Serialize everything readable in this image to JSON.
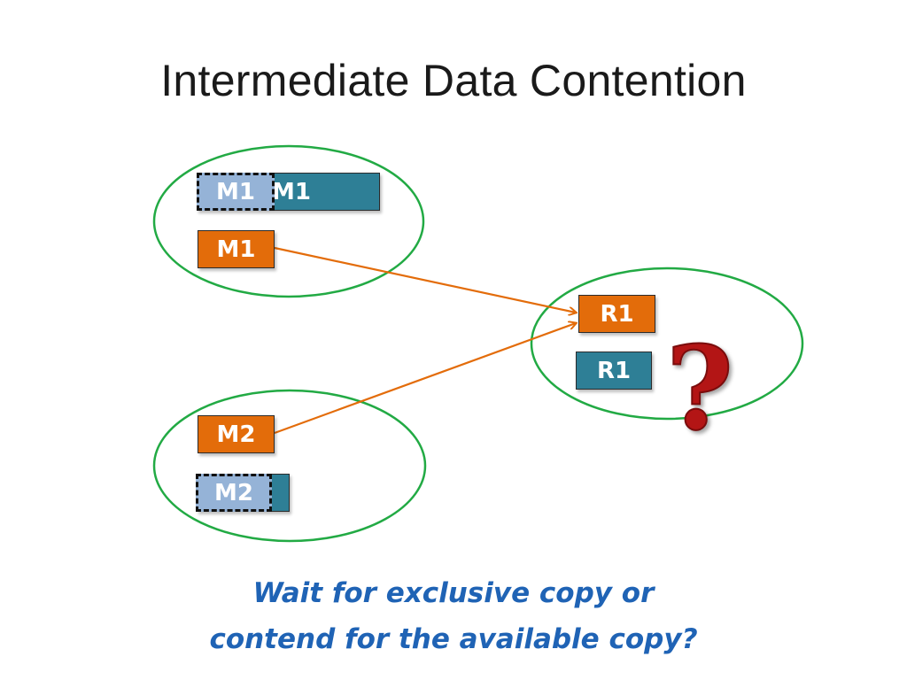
{
  "title": "Intermediate Data Contention",
  "top_group": {
    "bar_label": "M1",
    "replica_label": "M1",
    "task_label": "M1"
  },
  "right_group": {
    "task_label": "R1",
    "replica_label": "R1"
  },
  "bottom_group": {
    "task_label": "M2",
    "replica_label": "M2"
  },
  "question_mark": "?",
  "footer": {
    "line1": "Wait for exclusive copy or",
    "line2": "contend for the available copy?"
  },
  "colors": {
    "teal": "#2e7f96",
    "orange": "#e36c0a",
    "light_blue": "#95b3d7",
    "ellipse_green": "#22aa44",
    "arrow": "#e36c0a",
    "question": "#b31515",
    "footer_text": "#1f63b5"
  },
  "icons": {
    "question": "question-mark-icon"
  }
}
